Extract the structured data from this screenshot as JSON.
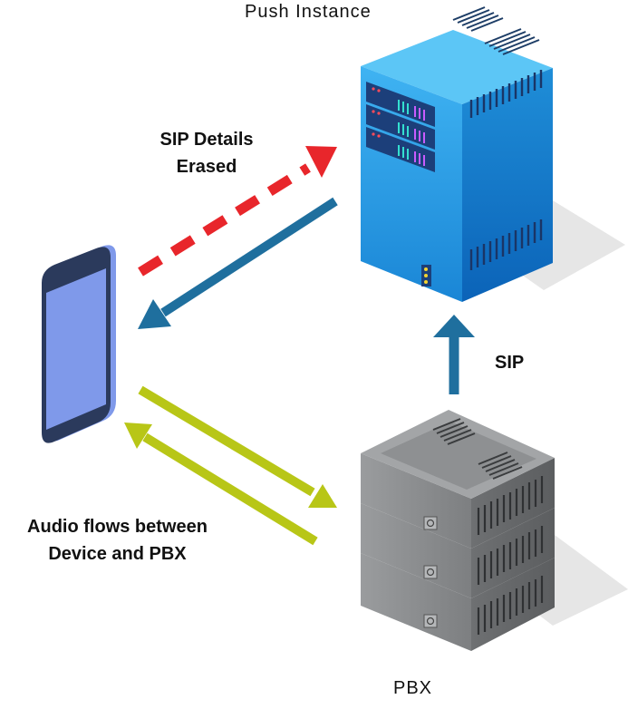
{
  "labels": {
    "push_instance": "Push Instance",
    "pbx": "PBX",
    "sip": "SIP",
    "sip_details_line1": "SIP Details",
    "sip_details_line2": "Erased",
    "audio_line1": "Audio flows between",
    "audio_line2": "Device and PBX"
  },
  "colors": {
    "erase_arrow": "#e8262b",
    "sip_arrow": "#1f6f9e",
    "audio_arrow": "#b8c617",
    "push_server": "#2f9fe3",
    "pbx_server": "#8a8c8e",
    "phone": "#7f99ea"
  },
  "icons": {
    "push_server": "server-tower-icon",
    "pbx": "stacked-server-icon",
    "device": "smartphone-icon"
  }
}
